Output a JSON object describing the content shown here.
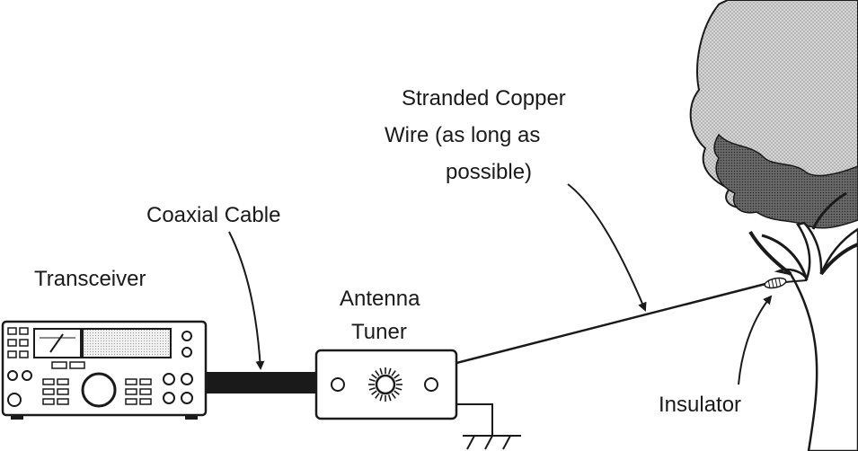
{
  "labels": {
    "transceiver": "Transceiver",
    "coax": "Coaxial Cable",
    "tuner_line1": "Antenna",
    "tuner_line2": "Tuner",
    "wire_line1": "Stranded Copper",
    "wire_line2": "Wire (as long as",
    "wire_line3": "possible)",
    "insulator": "Insulator"
  },
  "colors": {
    "ink": "#1a1a1a",
    "canopy_light": "#c9c9c9",
    "canopy_dark": "#5a5a5a",
    "background": "#ffffff"
  }
}
